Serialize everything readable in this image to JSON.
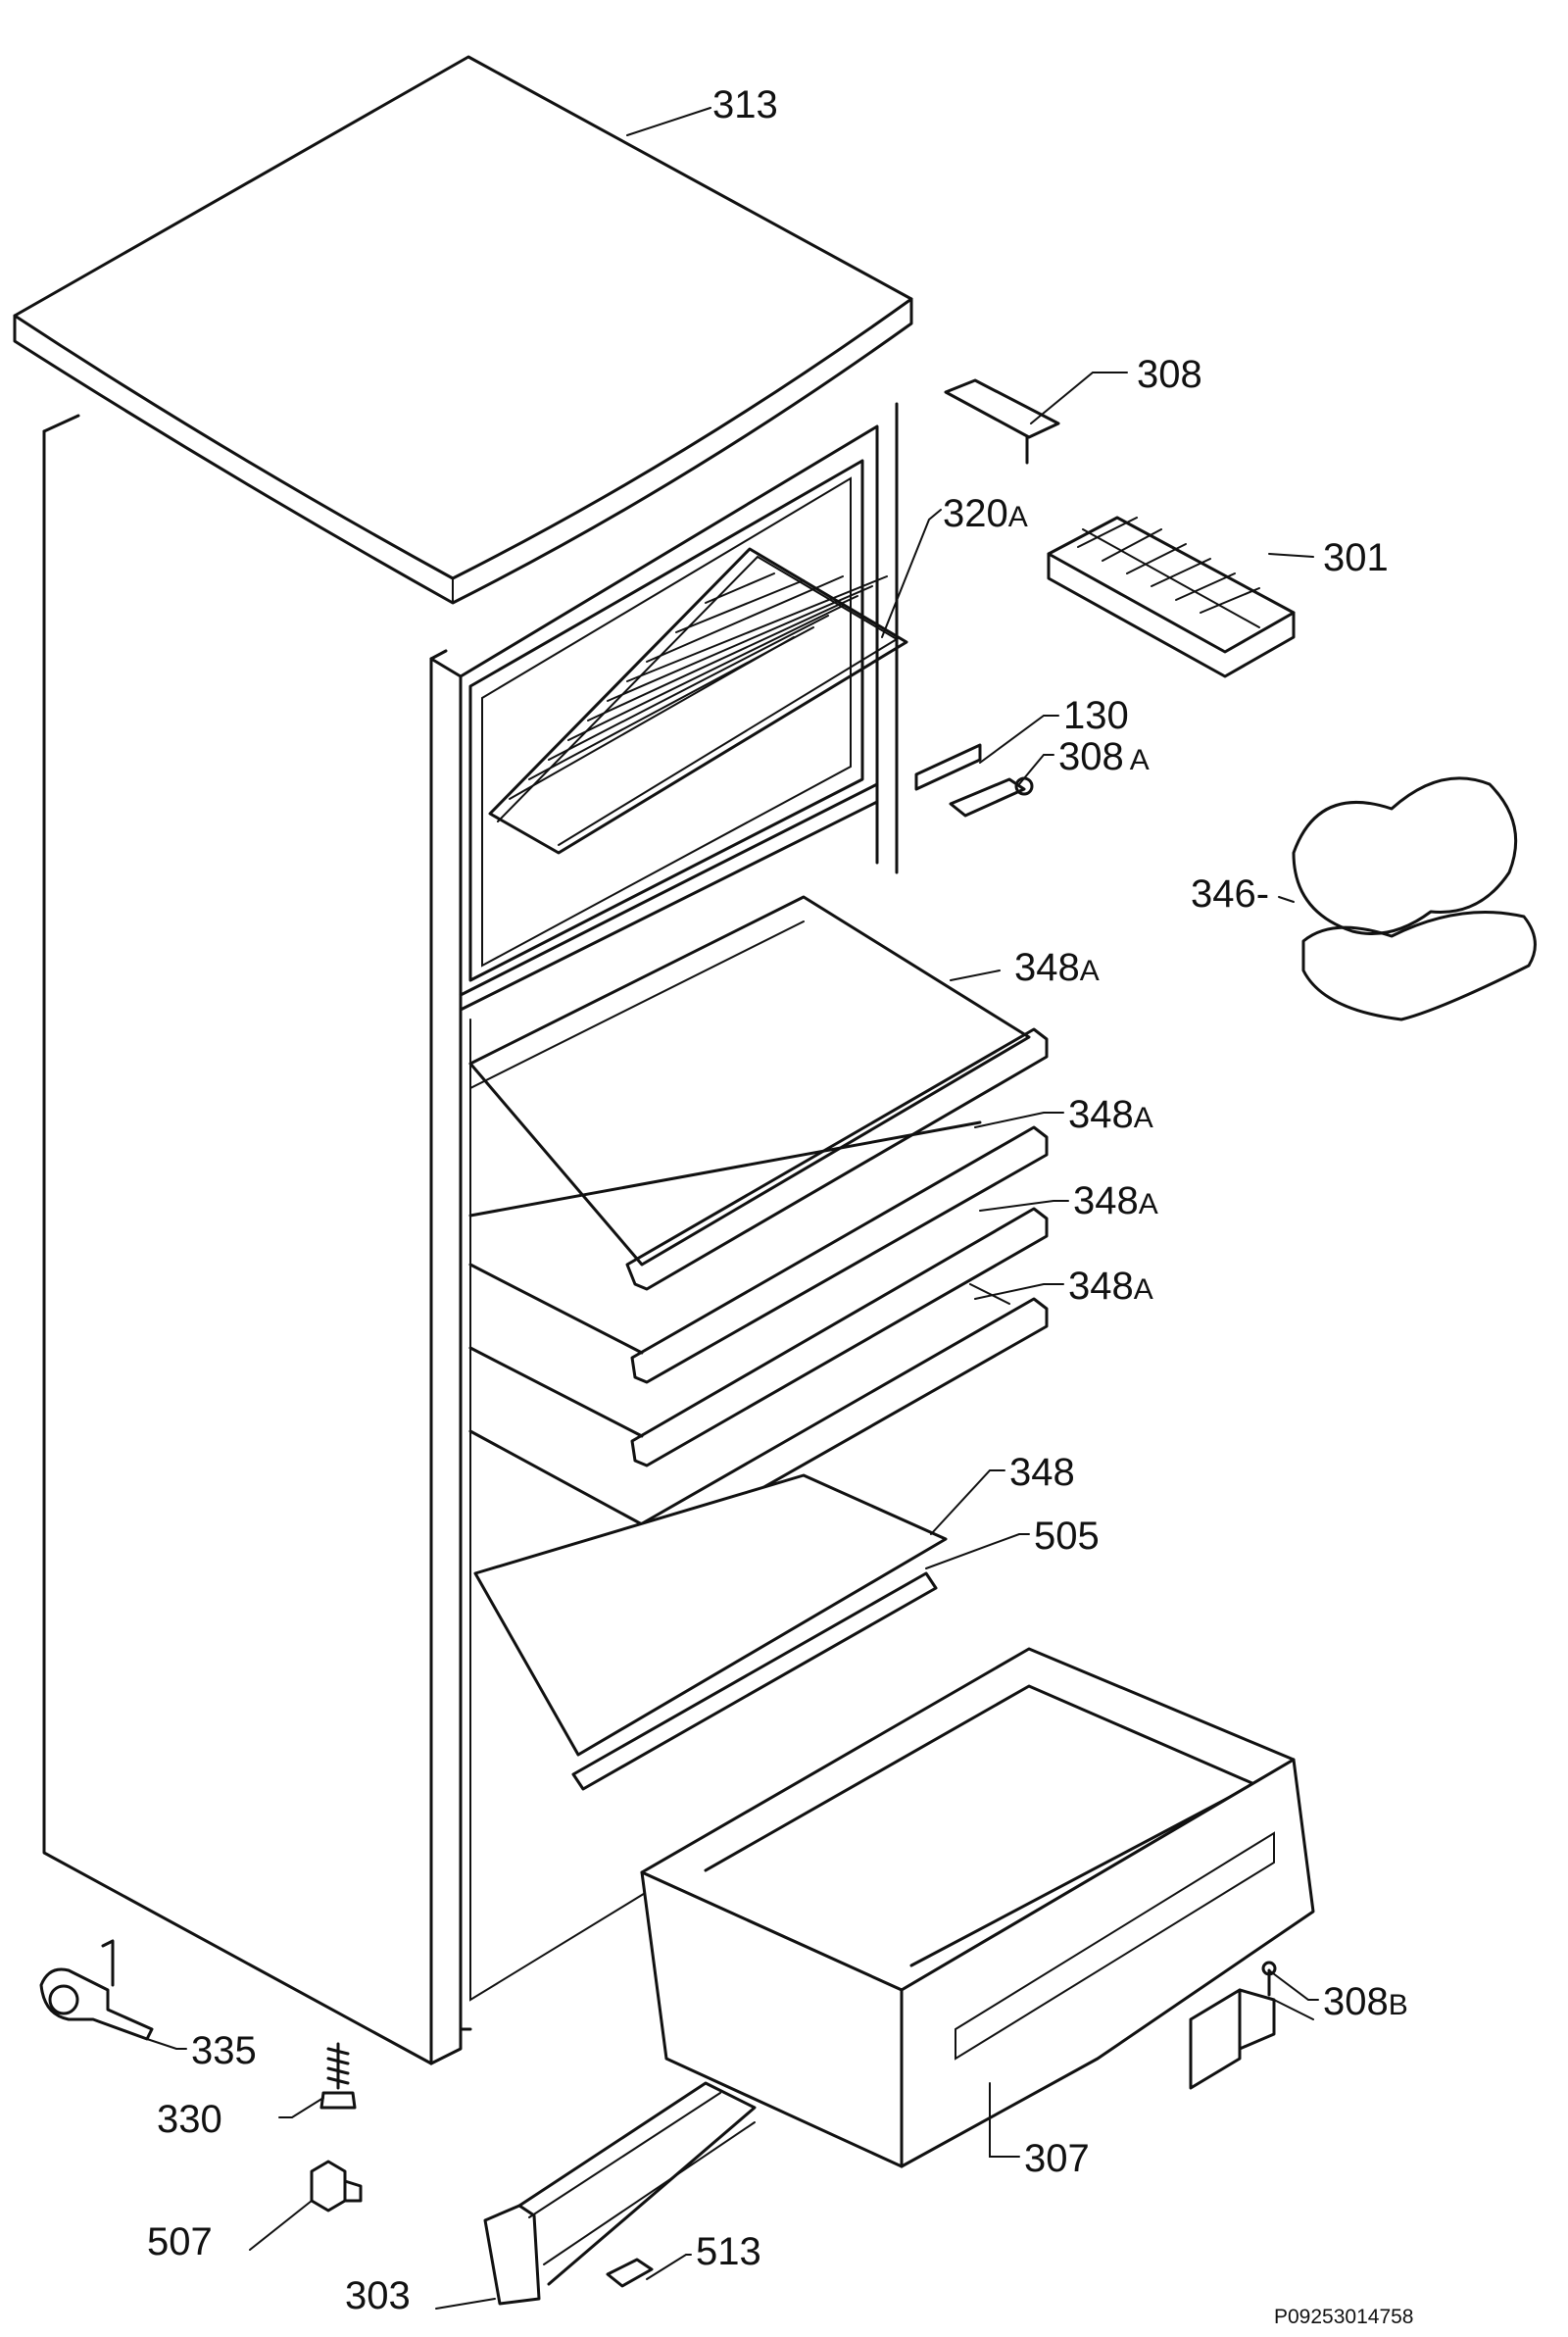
{
  "drawing_id": "P09253014758",
  "parts": {
    "p313": {
      "number": "313"
    },
    "p308": {
      "number": "308"
    },
    "p320a": {
      "number": "320",
      "suffix": "A"
    },
    "p301": {
      "number": "301"
    },
    "p130": {
      "number": "130"
    },
    "p308a": {
      "number": "308",
      "suffix": "A"
    },
    "p346": {
      "number": "346-"
    },
    "p348a_1": {
      "number": "348",
      "suffix": "A"
    },
    "p348a_2": {
      "number": "348",
      "suffix": "A"
    },
    "p348a_3": {
      "number": "348",
      "suffix": "A"
    },
    "p348a_4": {
      "number": "348",
      "suffix": "A"
    },
    "p348": {
      "number": "348"
    },
    "p505": {
      "number": "505"
    },
    "p335": {
      "number": "335"
    },
    "p330": {
      "number": "330"
    },
    "p308b": {
      "number": "308",
      "suffix": "B"
    },
    "p307": {
      "number": "307"
    },
    "p507": {
      "number": "507"
    },
    "p303": {
      "number": "303"
    },
    "p513": {
      "number": "513"
    }
  }
}
